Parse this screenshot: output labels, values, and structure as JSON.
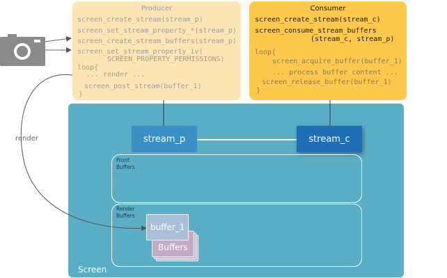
{
  "producer": {
    "title": "Producer",
    "lines": [
      "screen_create_stream(stream_p)",
      "screen_set_stream_property_*(stream_p)",
      "screen_create_stream_buffers(stream_p)",
      "screen_set_stream_property_iv(",
      "SCREEN_PROPERTY_PERMISSIONS)",
      "loop{",
      "... render ...",
      "screen_post_stream(buffer_1)",
      "}"
    ]
  },
  "consumer": {
    "title": "Consumer",
    "lines": [
      "screen_create_stream(stream_c)",
      "screen_consume_stream_buffers",
      "(stream_c, stream_p)",
      "loop{",
      "screen_acquire_buffer(buffer_1)",
      "... process buffer content ...",
      "screen_release_buffer(buffer_1)",
      "}"
    ]
  },
  "screen": {
    "label": "Screen",
    "stream_p": "stream_p",
    "stream_c": "stream_c",
    "front_buffers": [
      "Front",
      "Buffers"
    ],
    "render_buffers": [
      "Render",
      "Buffers"
    ],
    "buffer_1": "buffer_1",
    "buffers": "Buffers"
  },
  "render_label": "render",
  "icons": {
    "source": "camera-icon"
  },
  "colors": {
    "producer_bg": "#fde6b4",
    "consumer_bg": "#ffc94d",
    "screen_bg": "#5aaec6",
    "stream_p": "#3a8fc4",
    "stream_c": "#1f6fb8"
  }
}
